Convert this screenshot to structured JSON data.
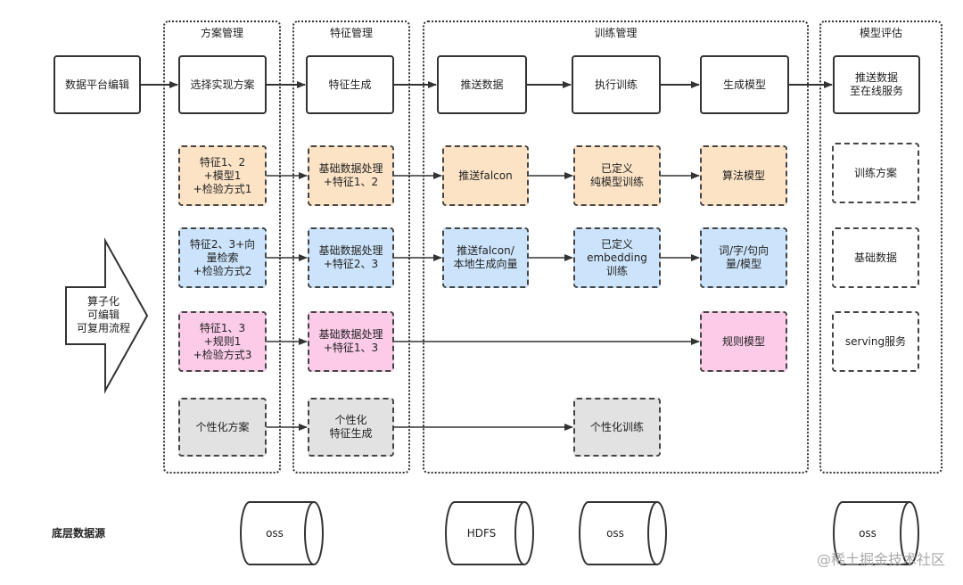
{
  "sections": {
    "plan": "方案管理",
    "feature": "特征管理",
    "training": "训练管理",
    "evaluation": "模型评估"
  },
  "row1": {
    "platform": "数据平台编辑",
    "select_plan": "选择实现方案",
    "feature_gen": "特征生成",
    "push_data": "推送数据",
    "run_training": "执行训练",
    "gen_model": "生成模型",
    "push_online": "推送数据\n至在线服务"
  },
  "row2": {
    "plan": "特征1、2\n+模型1\n+检验方式1",
    "feature": "基础数据处理\n+特征1、2",
    "push": "推送falcon",
    "train": "已定义\n纯模型训练",
    "model": "算法模型"
  },
  "row3": {
    "plan": "特征2、3+向\n量检索\n+检验方式2",
    "feature": "基础数据处理\n+特征2、3",
    "push": "推送falcon/\n本地生成向量",
    "train": "已定义\nembedding\n训练",
    "model": "词/字/句向\n量/模型"
  },
  "row4": {
    "plan": "特征1、3\n+规则1\n+检验方式3",
    "feature": "基础数据处理\n+特征1、3",
    "model": "规则模型"
  },
  "row5": {
    "plan": "个性化方案",
    "feature": "个性化\n特征生成",
    "train": "个性化训练"
  },
  "evaluation_items": [
    "训练方案",
    "基础数据",
    "serving服务"
  ],
  "left_arrow_text": "算子化\n可编辑\n可复用流程",
  "bottom": {
    "label": "底层数据源",
    "storages": [
      "oss",
      "HDFS",
      "oss",
      "oss"
    ]
  },
  "watermark": "@稀土掘金技术社区",
  "colors": {
    "orange": "#fce3c6",
    "blue": "#cce4fb",
    "pink": "#fbcbe8",
    "grey": "#e2e2e2"
  }
}
